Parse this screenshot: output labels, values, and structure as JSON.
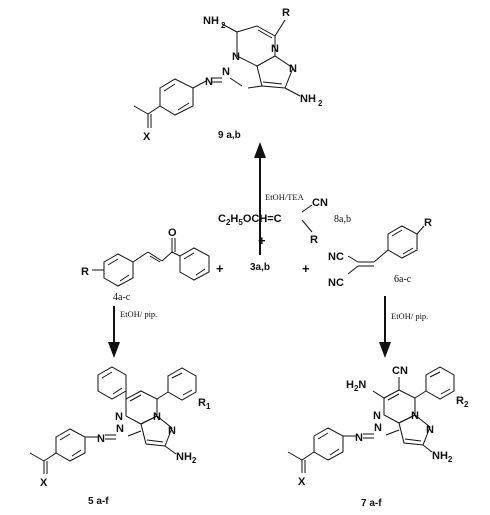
{
  "compounds": {
    "c9": {
      "label": "9 a,b",
      "atoms": {
        "nh2_top": "NH",
        "r": "R",
        "n_ring1": "N",
        "n_ring2": "N",
        "n_ring3": "N",
        "n_azo1": "N",
        "n_azo2": "N",
        "nh2_bottom": "NH",
        "x": "X"
      }
    },
    "c3": {
      "label": "3a,b",
      "formula": "C",
      "formula_sub": "2",
      "formula_h": "H",
      "formula_sub2": "5",
      "formula_tail": "OCH=C",
      "cn": "CN",
      "r": "R",
      "aux_label": "8a,b"
    },
    "c4": {
      "label": "4a-c",
      "r": "R",
      "o": "O"
    },
    "c6": {
      "label": "6a-c",
      "r": "R",
      "cn1": "NC",
      "cn2": "NC"
    },
    "c5": {
      "label": "5 a-f",
      "r1": "R",
      "r1_sub": "1",
      "n1": "N",
      "n2": "N",
      "n3": "N",
      "n_azo1": "N",
      "n_azo2": "N",
      "nh2": "NH",
      "x": "X"
    },
    "c7": {
      "label": "7 a-f",
      "cn": "CN",
      "nh2_top": "H",
      "nh2_top_tail": "N",
      "r2": "R",
      "r2_sub": "2",
      "n1": "N",
      "n2": "N",
      "n3": "N",
      "n_azo1": "N",
      "n_azo2": "N",
      "nh2": "NH",
      "x": "X"
    }
  },
  "conditions": {
    "top": "EtOH/TEA",
    "left": "EtOH/ pip.",
    "right": "EtOH/ pip."
  },
  "plus_signs": [
    "+",
    "+",
    "+"
  ],
  "subscript_two": "2"
}
